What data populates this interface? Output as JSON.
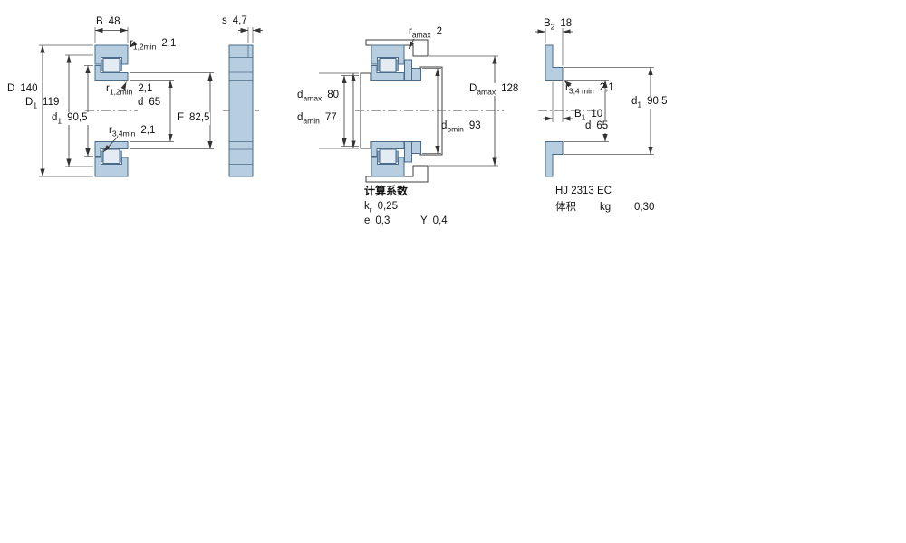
{
  "figures": {
    "bearing_section": {
      "B": {
        "sym": "B",
        "val": "48"
      },
      "r12_top": {
        "sym": "r",
        "sub": "1,2min",
        "val": "2,1"
      },
      "D": {
        "sym": "D",
        "val": "140"
      },
      "D1": {
        "sym": "D",
        "sub": "1",
        "val": "119"
      },
      "d1": {
        "sym": "d",
        "sub": "1",
        "val": "90,5"
      },
      "r12_mid": {
        "sym": "r",
        "sub": "1,2min",
        "val": "2,1"
      },
      "d": {
        "sym": "d",
        "val": "65"
      },
      "r34": {
        "sym": "r",
        "sub": "3,4min",
        "val": "2,1"
      },
      "F": {
        "sym": "F",
        "val": "82,5"
      }
    },
    "side_view": {
      "s": {
        "sym": "s",
        "val": "4,7"
      }
    },
    "mounting": {
      "ramax": {
        "sym": "r",
        "sub": "amax",
        "val": "2"
      },
      "damax": {
        "sym": "d",
        "sub": "amax",
        "val": "80"
      },
      "damin": {
        "sym": "d",
        "sub": "amin",
        "val": "77"
      },
      "Damax": {
        "sym": "D",
        "sub": "amax",
        "val": "128"
      },
      "dbmin": {
        "sym": "d",
        "sub": "bmin",
        "val": "93"
      }
    },
    "angle_ring": {
      "B2": {
        "sym": "B",
        "sub": "2",
        "val": "18"
      },
      "r34": {
        "sym": "r",
        "sub": "3,4 min",
        "val": "2,1"
      },
      "d1": {
        "sym": "d",
        "sub": "1",
        "val": "90,5"
      },
      "B1": {
        "sym": "B",
        "sub": "1",
        "val": "10"
      },
      "d": {
        "sym": "d",
        "val": "65"
      }
    }
  },
  "calculation": {
    "title": "计算系数",
    "kr": {
      "sym": "k",
      "sub": "r",
      "val": "0,25"
    },
    "e": {
      "sym": "e",
      "val": "0,3"
    },
    "Y": {
      "sym": "Y",
      "val": "0,4"
    }
  },
  "angle_ring_info": {
    "designation": "HJ 2313 EC",
    "mass_label": "体积",
    "mass_unit": "kg",
    "mass_value": "0,30"
  }
}
